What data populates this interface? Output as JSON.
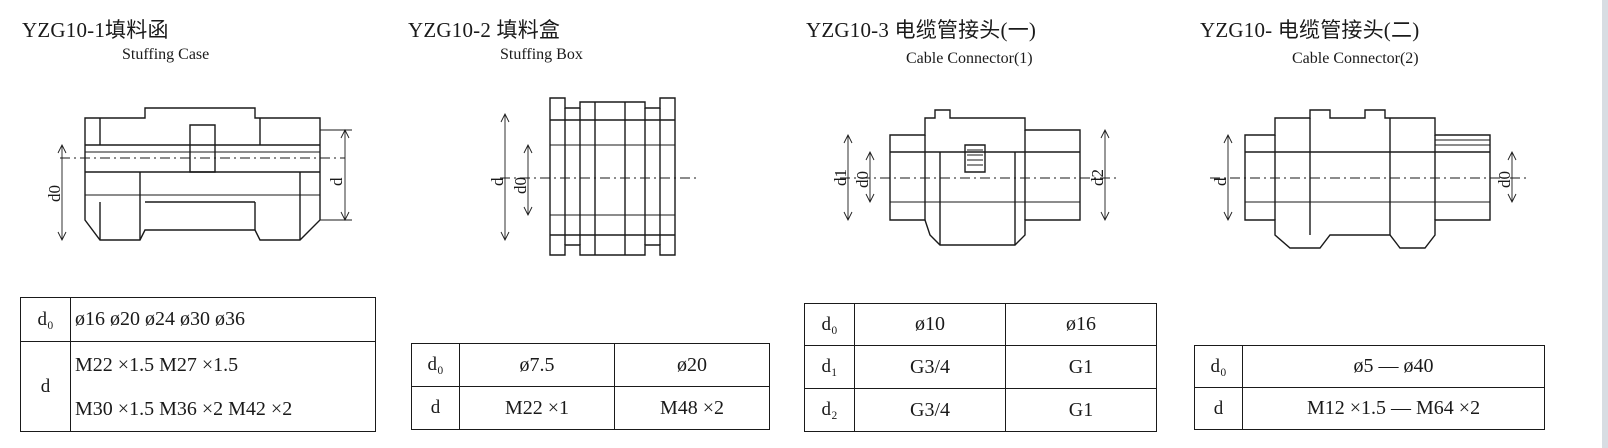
{
  "panels": [
    {
      "title_zh": "YZG10-1填料函",
      "title_en": "Stuffing Case",
      "dim_labels": [
        "d0",
        "d"
      ],
      "table": {
        "d0_label": "d₀",
        "d_label": "d",
        "d0_value": "ø16  ø20  ø24  ø30  ø36",
        "d_values": [
          "M22 ×1.5  M27 ×1.5",
          "M30 ×1.5  M36 ×2  M42 ×2"
        ]
      }
    },
    {
      "title_zh": "YZG10-2 填料盒",
      "title_en": "Stuffing Box",
      "dim_labels": [
        "d",
        "d0"
      ],
      "table": {
        "d0_label": "d₀",
        "d_label": "d",
        "d0_values": [
          "ø7.5",
          "ø20"
        ],
        "d_values": [
          "M22 ×1",
          "M48 ×2"
        ]
      }
    },
    {
      "title_zh": "YZG10-3 电缆管接头(一)",
      "title_en": "Cable Connector(1)",
      "dim_labels": [
        "d1",
        "d0",
        "d2"
      ],
      "table": {
        "d0_label": "d₀",
        "d1_label": "d₁",
        "d2_label": "d₂",
        "d0_values": [
          "ø10",
          "ø16"
        ],
        "d1_values": [
          "G3/4",
          "G1"
        ],
        "d2_values": [
          "G3/4",
          "G1"
        ]
      }
    },
    {
      "title_zh": "YZG10-  电缆管接头(二)",
      "title_en": "Cable Connector(2)",
      "dim_labels": [
        "d",
        "d0"
      ],
      "table": {
        "d0_label": "d₀",
        "d_label": "d",
        "d0_value": "ø5 — ø40",
        "d_value": "M12 ×1.5 — M64 ×2"
      }
    }
  ]
}
